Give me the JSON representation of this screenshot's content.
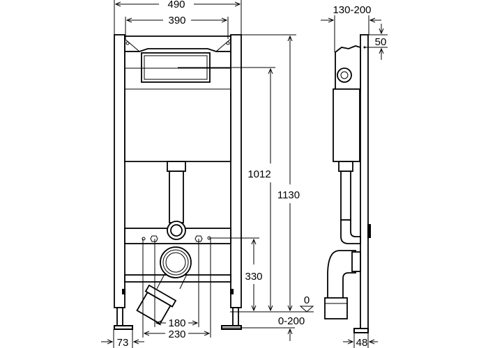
{
  "drawing": {
    "front_view": {
      "width_total": "490",
      "width_inner": "390",
      "height_flush": "1012",
      "height_total": "1130",
      "height_drain": "330",
      "level_zero": "0",
      "floor_adjust": "0-200",
      "drain_spacing_inner": "180",
      "drain_spacing_outer": "230",
      "foot_width": "73"
    },
    "side_view": {
      "depth": "130-200",
      "top_offset": "50",
      "frame_depth": "48"
    }
  }
}
